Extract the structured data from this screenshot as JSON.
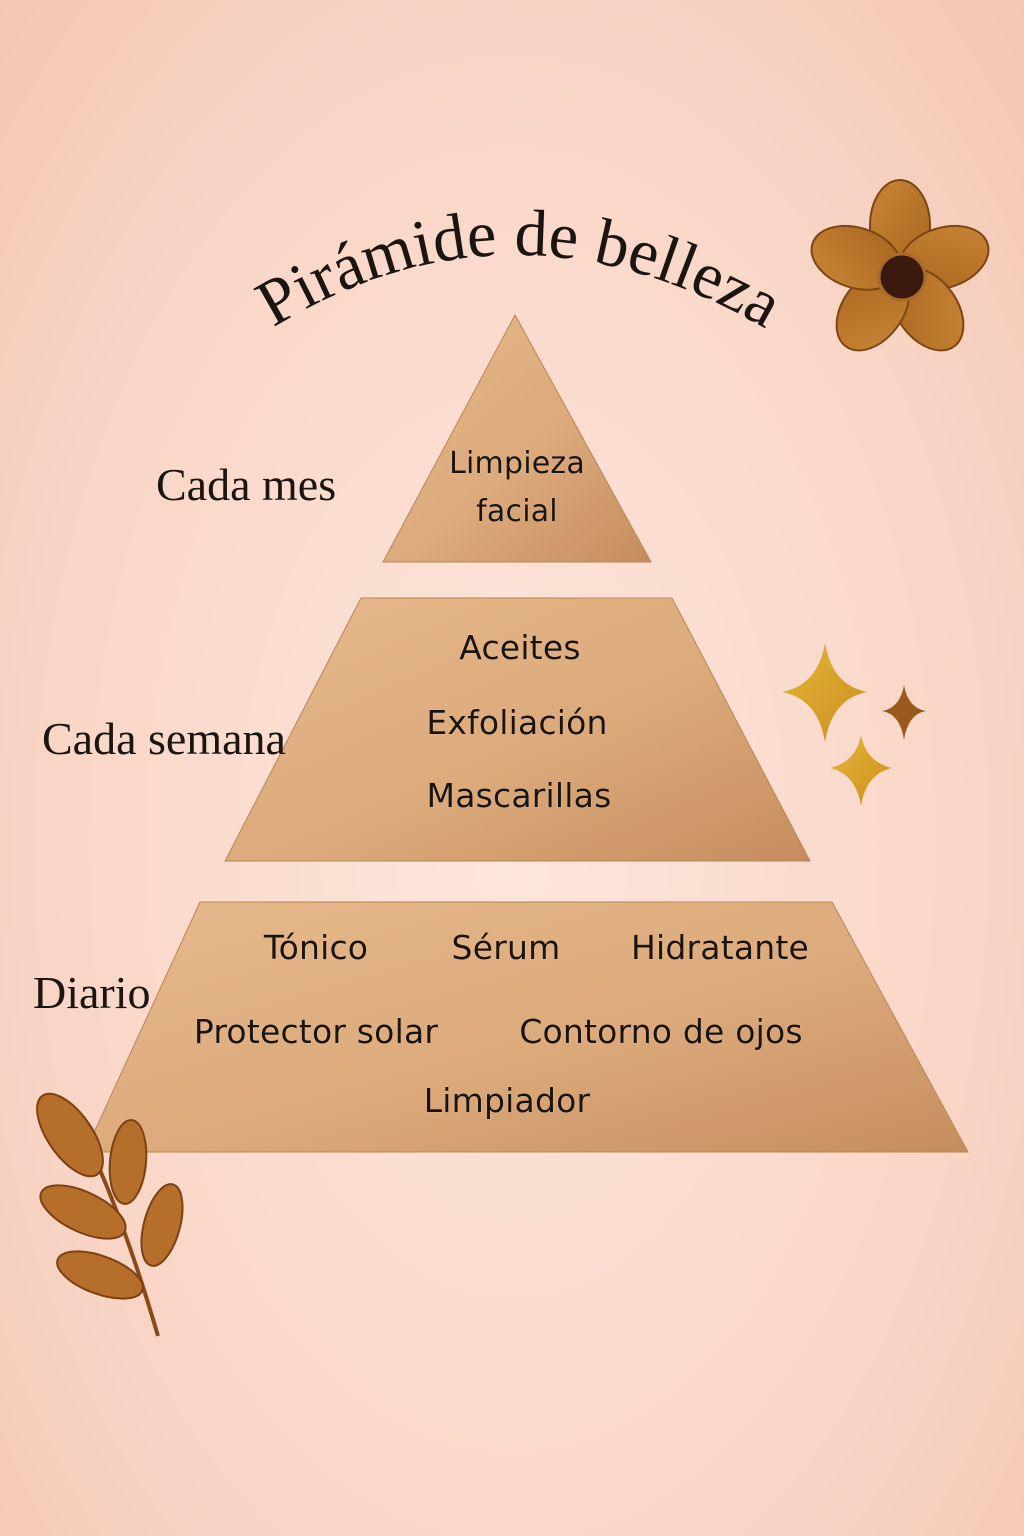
{
  "title": "Pirámide de belleza",
  "colors": {
    "background": "#fbdccf",
    "pyramid_fill_light": "#e4b384",
    "pyramid_fill_dark": "#c99063",
    "text": "#1b1511",
    "flower_petal": "#b8742a",
    "flower_center": "#3a1a0e",
    "sparkle_gold": "#d9a326",
    "sparkle_bronze": "#9a5a1e",
    "leaf": "#b56f2b"
  },
  "tiers": [
    {
      "frequency": "Cada mes",
      "items": [
        "Limpieza",
        "facial"
      ]
    },
    {
      "frequency": "Cada semana",
      "items": [
        "Aceites",
        "Exfoliación",
        "Mascarillas"
      ]
    },
    {
      "frequency": "Diario",
      "items": [
        "Tónico",
        "Sérum",
        "Hidratante",
        "Protector solar",
        "Contorno de ojos",
        "Limpiador"
      ]
    }
  ],
  "decorations": [
    "flower-icon",
    "sparkles-icon",
    "leaf-branch-icon"
  ]
}
